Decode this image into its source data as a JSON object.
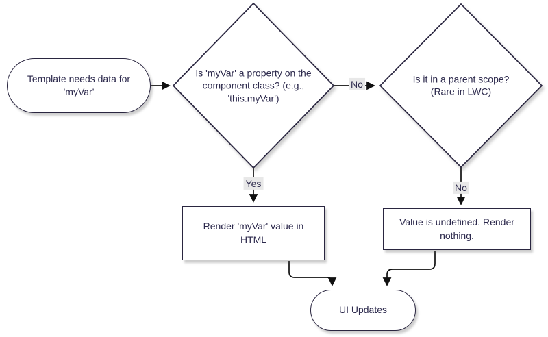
{
  "diagram": {
    "type": "flowchart",
    "direction": "left-right-then-down",
    "colors": {
      "background": "#ffffff",
      "node_fill": "#ffffff",
      "node_border": "#2a2640",
      "node_text": "#2d2a4d",
      "edge_line": "#111111",
      "edge_label_background": "#e8e8e8"
    },
    "nodes": {
      "start": {
        "shape": "stadium",
        "label": "Template needs data for\n'myVar'"
      },
      "check_property": {
        "shape": "decision-diamond",
        "label": "Is 'myVar' a property on the\ncomponent class? (e.g.,\n'this.myVar')"
      },
      "check_parent_scope": {
        "shape": "decision-diamond",
        "label": "Is it in a parent scope?\n(Rare in LWC)"
      },
      "render_value": {
        "shape": "rectangle",
        "label": "Render 'myVar' value in\nHTML"
      },
      "render_nothing": {
        "shape": "rectangle",
        "label": "Value is undefined. Render\nnothing."
      },
      "ui_updates": {
        "shape": "stadium",
        "label": "UI Updates"
      }
    },
    "edges": [
      {
        "from": "start",
        "to": "check_property",
        "label": ""
      },
      {
        "from": "check_property",
        "to": "check_parent_scope",
        "label": "No"
      },
      {
        "from": "check_property",
        "to": "render_value",
        "label": "Yes"
      },
      {
        "from": "check_parent_scope",
        "to": "render_nothing",
        "label": "No"
      },
      {
        "from": "render_value",
        "to": "ui_updates",
        "label": ""
      },
      {
        "from": "render_nothing",
        "to": "ui_updates",
        "label": ""
      }
    ]
  }
}
